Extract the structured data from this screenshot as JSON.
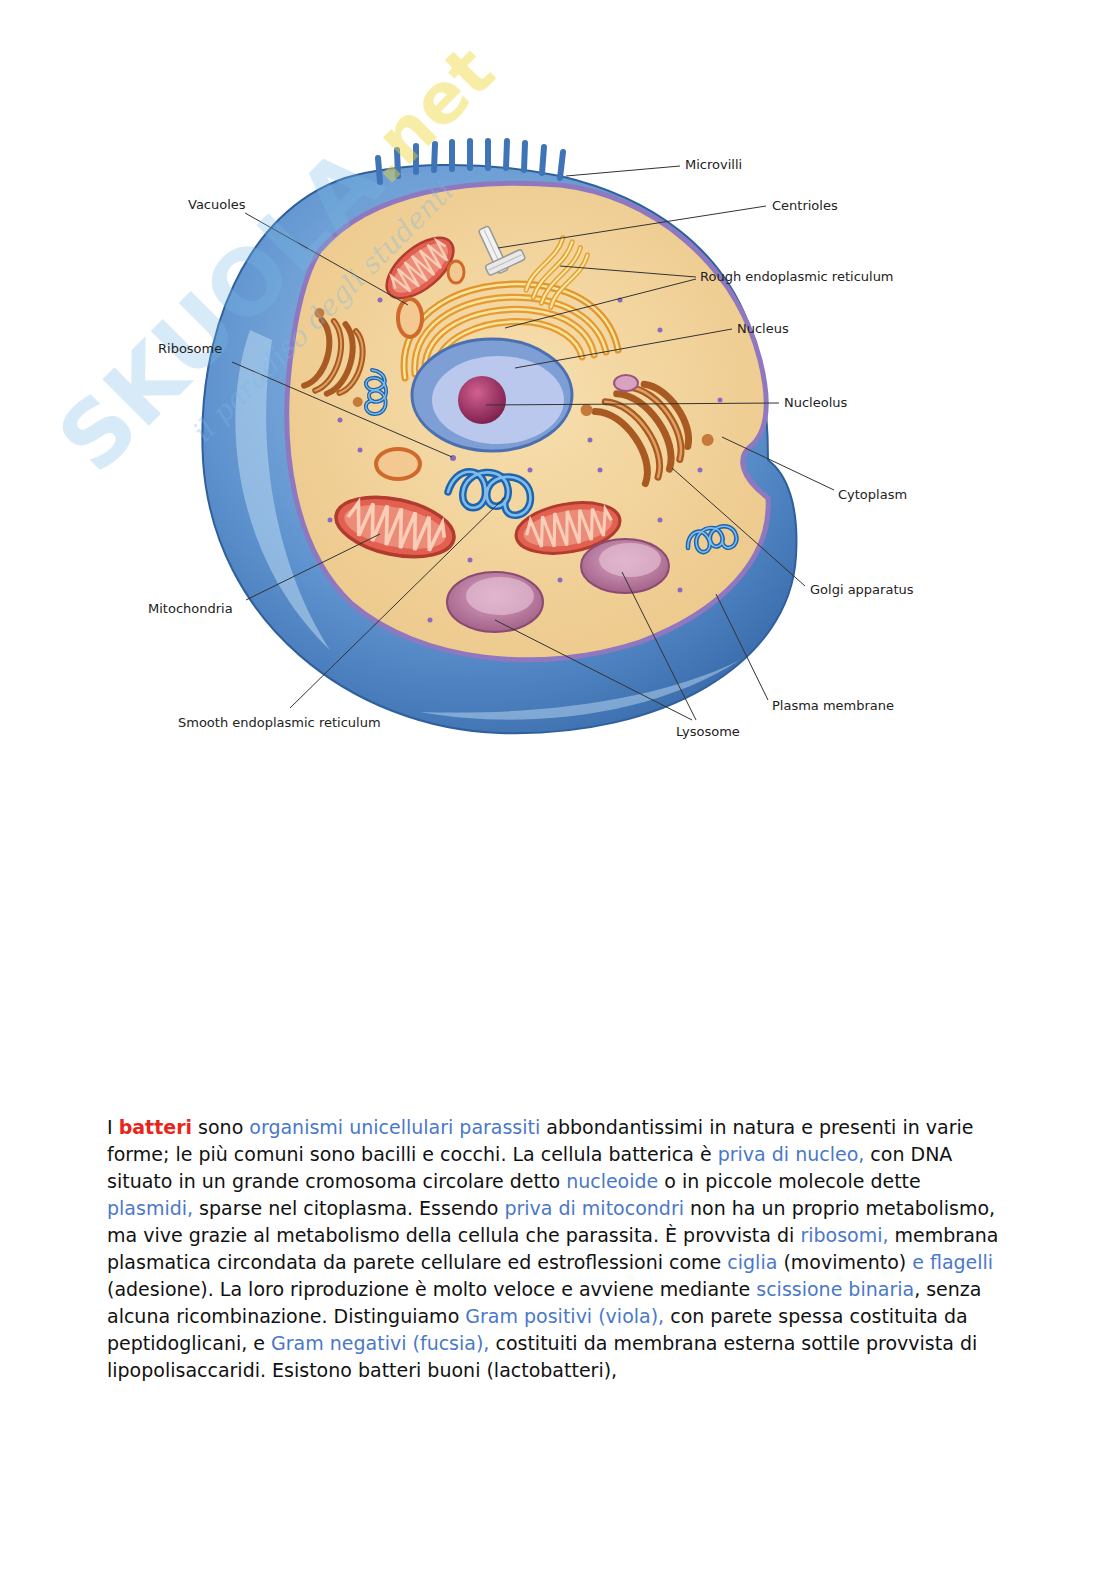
{
  "diagram": {
    "labels": [
      "SKUOLA",
      ".net",
      "il paradiso degli studenti",
      "Microvilli",
      "Vacuoles",
      "Centrioles",
      "Rough endoplasmic reticulum",
      "Nucleus",
      "Ribosome",
      "Nucleolus",
      "Cytoplasm",
      "Golgi apparatus",
      "Mitochondria",
      "Plasma membrane",
      "Smooth endoplasmic reticulum",
      "Lysosome",
      "I",
      "batteri",
      "sono",
      "organismi unicellulari parassiti",
      "abbondantissimi in natura e presenti in varie forme; le più comuni sono bacilli e cocchi. La cellula batterica è",
      "priva di nucleo,",
      "con DNA situato in un grande cromosoma circolare detto",
      "nucleoide",
      "o in piccole molecole dette",
      "plasmidi,",
      "sparse nel citoplasma. Essendo",
      "priva di mitocondri",
      "non ha un proprio metabolismo, ma vive grazie al metabolismo della cellula che parassita. È provvista di",
      "ribosomi,",
      "membrana plasmatica circondata da parete cellulare ed estroflessioni come",
      "ciglia",
      "(movimento)",
      "e flagelli",
      "(adesione). La loro riproduzione è molto veloce e avviene mediante",
      "scissione binaria",
      ", senza alcuna ricombinazione. Distinguiamo",
      "Gram positivi (viola),",
      "con parete spessa costituita da peptidoglicani, e",
      "Gram negativi (fucsia),",
      "costituiti da membrana esterna sottile provvista di lipopolisaccaridi. Esistono batteri buoni (lactobatteri),"
    ]
  }
}
